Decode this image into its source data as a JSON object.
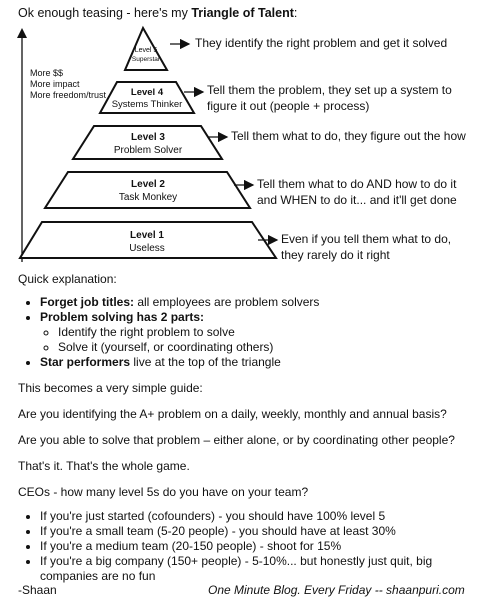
{
  "heading": {
    "prefix": "Ok enough teasing - here's my ",
    "bold": "Triangle of Talent",
    "suffix": ":"
  },
  "side_note": [
    "More $$",
    "More impact",
    "More freedom/trust"
  ],
  "tiers": [
    {
      "level": "Level 5",
      "name": "Superstar",
      "description": "They identify the right problem and get it solved"
    },
    {
      "level": "Level 4",
      "name": "Systems Thinker",
      "description": "Tell them the problem, they set up a system to figure it out (people + process)"
    },
    {
      "level": "Level 3",
      "name": "Problem Solver",
      "description": "Tell them what to do, they figure out the how"
    },
    {
      "level": "Level 2",
      "name": "Task Monkey",
      "description": "Tell them what to do AND how to do it and WHEN to do it... and it'll get done"
    },
    {
      "level": "Level 1",
      "name": "Useless",
      "description": "Even if you tell them what to do, they rarely do it right"
    }
  ],
  "explanation": {
    "title": "Quick explanation:",
    "bullet1_bold": "Forget job titles:",
    "bullet1_rest": " all employees are problem solvers",
    "bullet2_bold": "Problem solving has 2 parts:",
    "sub1": "Identify the right problem to solve",
    "sub2": "Solve it (yourself, or coordinating others)",
    "bullet3_bold": "Star performers",
    "bullet3_rest": " live at the top of the triangle"
  },
  "paragraphs": {
    "p1": "This becomes a very simple guide:",
    "p2": "Are you identifying the A+ problem on a daily, weekly, monthly and annual basis?",
    "p3": "Are you able to solve that problem – either alone, or by coordinating other people?",
    "p4": "That's it. That's the whole game.",
    "p5": "CEOs - how many level 5s do you have on your team?"
  },
  "ceo_bullets": [
    "If you're just started (cofounders) - you should have 100% level 5",
    "If you're a small team (5-20 people) - you should have at least 30%",
    "If you're a medium team (20-150 people) - shoot for 15%",
    "If you're a big company (150+ people) - 5-10%... but honestly just quit, big companies are no fun"
  ],
  "signature": "-Shaan",
  "footer": "One Minute Blog. Every Friday -- shaanpuri.com"
}
